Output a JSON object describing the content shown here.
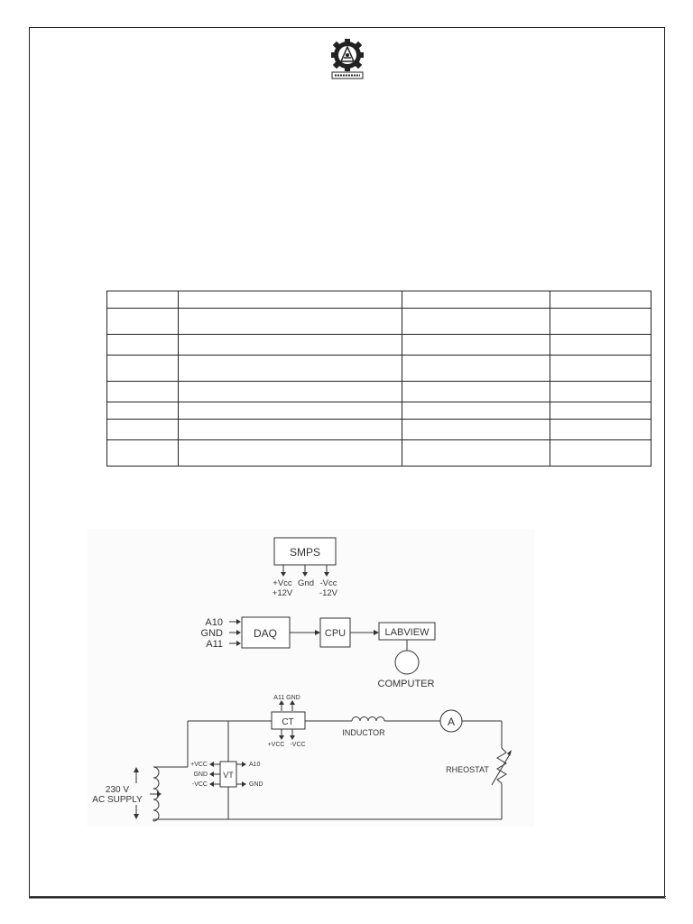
{
  "logo": {
    "icon": "institute-emblem-gear",
    "lettering": "ROORKEE"
  },
  "table": {
    "rows": [
      [
        "",
        "",
        "",
        ""
      ],
      [
        "",
        "",
        "",
        ""
      ],
      [
        "",
        "",
        "",
        ""
      ],
      [
        "",
        "",
        "",
        ""
      ],
      [
        "",
        "",
        "",
        ""
      ],
      [
        "",
        "",
        "",
        ""
      ],
      [
        "",
        "",
        "",
        ""
      ],
      [
        "",
        "",
        "",
        ""
      ],
      [
        "",
        "",
        "",
        ""
      ],
      [
        "",
        "",
        "",
        ""
      ]
    ]
  },
  "diagram": {
    "smps": {
      "title": "SMPS",
      "pins": [
        "+Vcc",
        "Gnd",
        "-Vcc"
      ],
      "ratings": [
        "+12V",
        "-12V"
      ]
    },
    "daq": {
      "label": "DAQ",
      "inputs": [
        "A10",
        "GND",
        "A11"
      ]
    },
    "cpu": "CPU",
    "labview": "LABVIEW",
    "computer": "COMPUTER",
    "ct": {
      "label": "CT",
      "top_pins": "A11 GND",
      "bottom_pins": [
        "+VCC",
        "-VCC"
      ]
    },
    "vt": {
      "label": "VT",
      "left_pins": [
        "+VCC",
        "GND",
        "-VCC"
      ],
      "right_pins": [
        "A10",
        "GND"
      ]
    },
    "inductor": "INDUCTOR",
    "ammeter": "A",
    "rheostat": "RHEOSTAT",
    "supply": [
      "230 V",
      "AC SUPPLY"
    ]
  }
}
